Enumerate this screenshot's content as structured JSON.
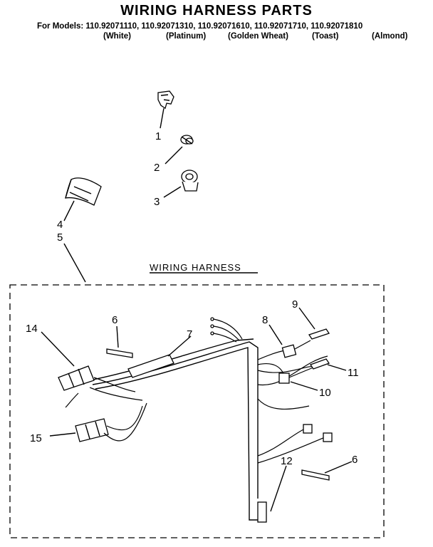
{
  "header": {
    "title": "WIRING HARNESS PARTS",
    "models_line": "For Models: 110.92071110, 110.92071310, 110.92071610, 110.92071710, 110.92071810",
    "colors": [
      "(White)",
      "(Platinum)",
      "(Golden Wheat)",
      "(Toast)",
      "(Almond)"
    ]
  },
  "section": {
    "label": "WIRING HARNESS"
  },
  "callouts": {
    "c1": "1",
    "c2": "2",
    "c3": "3",
    "c4": "4",
    "c5": "5",
    "c6a": "6",
    "c6b": "6",
    "c7": "7",
    "c8": "8",
    "c9": "9",
    "c10": "10",
    "c11": "11",
    "c12": "12",
    "c14": "14",
    "c15": "15"
  },
  "colors": {
    "ink": "#000000",
    "paper": "#ffffff"
  }
}
